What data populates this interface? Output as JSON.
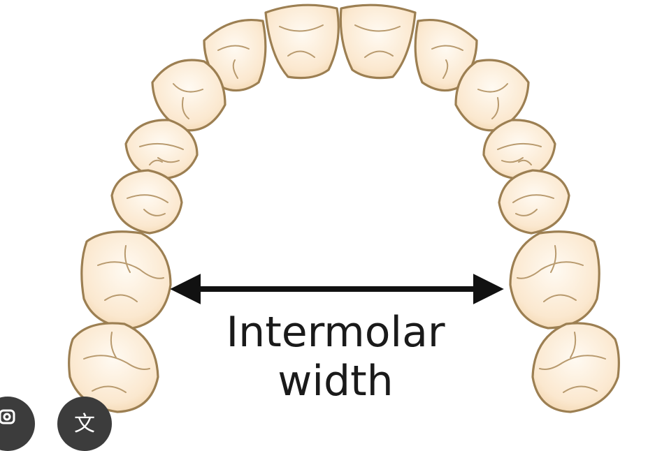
{
  "diagram": {
    "label_line_1": "Intermolar",
    "label_line_2": "width",
    "colors": {
      "tooth_fill": "#fbe8cf",
      "tooth_outline": "#9c7f52",
      "arrow": "#111111"
    }
  },
  "overlay": {
    "lens_icon": "lens-icon",
    "translate_icon": "translate-icon",
    "translate_glyph": "文"
  }
}
